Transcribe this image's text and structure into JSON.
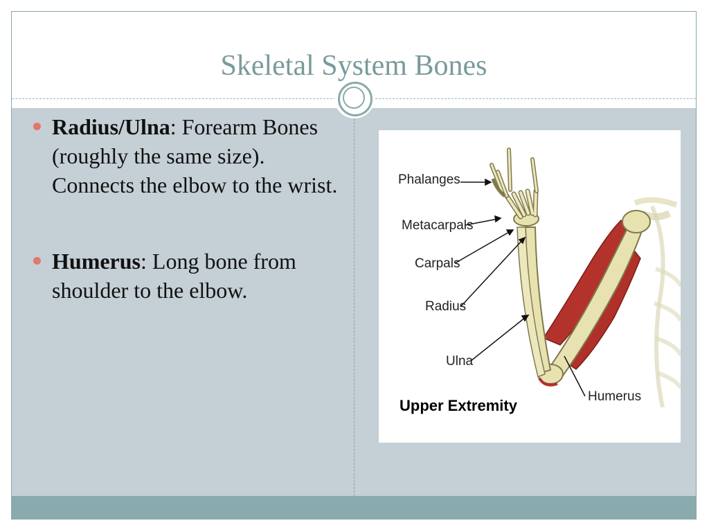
{
  "slide": {
    "title": "Skeletal System Bones",
    "bullets": [
      {
        "term": "Radius/Ulna",
        "text": ":  Forearm Bones (roughly the same size).  Connects the elbow to the wrist."
      },
      {
        "term": "Humerus",
        "text": ":  Long bone from shoulder to the elbow."
      }
    ]
  },
  "figure": {
    "labels": {
      "phalanges": "Phalanges",
      "metacarpals": "Metacarpals",
      "carpals": "Carpals",
      "radius": "Radius",
      "ulna": "Ulna",
      "humerus": "Humerus"
    },
    "caption": "Upper Extremity"
  },
  "colors": {
    "title": "#7a9a9b",
    "content_bg": "#c4cfd6",
    "footer": "#8aabad",
    "bullet": "#e0796a",
    "bone": "#e8e2b0",
    "muscle": "#b3322c"
  }
}
